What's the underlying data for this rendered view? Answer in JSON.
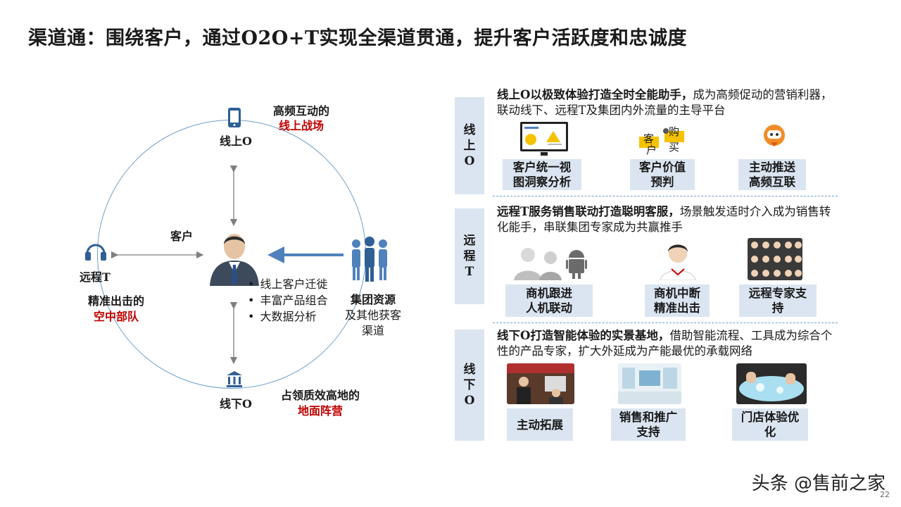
{
  "title": "渠道通：围绕客户，通过O2O+T实现全渠道贯通，提升客户活跃度和忠诚度",
  "diagram": {
    "online": {
      "label": "线上O",
      "note_line1": "高频互动的",
      "note_line2": "线上战场"
    },
    "remote": {
      "label": "远程T",
      "note_line1": "精准出击的",
      "note_line2": "空中部队"
    },
    "offline": {
      "label": "线下O",
      "note_line1": "占领质效高地的",
      "note_line2": "地面阵营"
    },
    "customer": "客户",
    "group": {
      "line1": "集团资源",
      "line2": "及其他获客",
      "line3": "渠道"
    },
    "bullets": [
      "线上客户迁徙",
      "丰富产品组合",
      "大数据分析"
    ]
  },
  "sections": [
    {
      "band": "线上O",
      "desc_bold": "线上O以极致体验打造全时全能助手，",
      "desc_rest": "成为高频促动的营销利器，联动线下、远程T及集团内外流量的主导平台",
      "cards": [
        {
          "line1": "客户统一视",
          "line2": "图洞察分析"
        },
        {
          "line1": "客户价值",
          "line2": "预判"
        },
        {
          "line1": "主动推送",
          "line2": "高频互联"
        }
      ],
      "icon_text": {
        "ke": "客",
        "hu": "户",
        "gou": "购",
        "mai": "买"
      }
    },
    {
      "band": "远程T",
      "desc_bold": "远程T服务销售联动打造聪明客服，",
      "desc_rest": "场景触发适时介入成为销售转化能手，串联集团专家成为共赢推手",
      "cards": [
        {
          "line1": "商机跟进",
          "line2": "人机联动"
        },
        {
          "line1": "商机中断",
          "line2": "精准出击"
        },
        {
          "line1": "远程专家支",
          "line2": "持"
        }
      ]
    },
    {
      "band": "线下O",
      "desc_bold": "线下O打造智能体验的实景基地，",
      "desc_rest": "借助智能流程、工具成为综合个性的产品专家，扩大外延成为产能最优的承载网络",
      "cards": [
        {
          "line1": "主动拓展",
          "line2": ""
        },
        {
          "line1": "销售和推广",
          "line2": "支持"
        },
        {
          "line1": "门店体验优",
          "line2": "化"
        }
      ]
    }
  ],
  "watermark": "头条 @售前之家",
  "page_number": "22"
}
